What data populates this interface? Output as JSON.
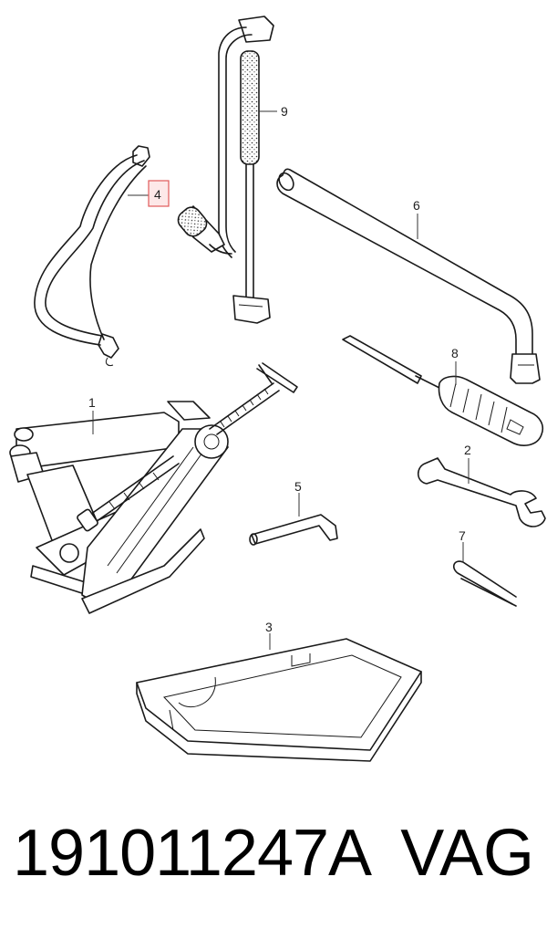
{
  "callouts": {
    "c1": "1",
    "c2": "2",
    "c3": "3",
    "c4": "4",
    "c5": "5",
    "c6": "6",
    "c7": "7",
    "c8": "8",
    "c9": "9"
  },
  "highlight_color": "#e05a5a",
  "footer": {
    "part_number": "191011247A",
    "brand": "VAG"
  }
}
